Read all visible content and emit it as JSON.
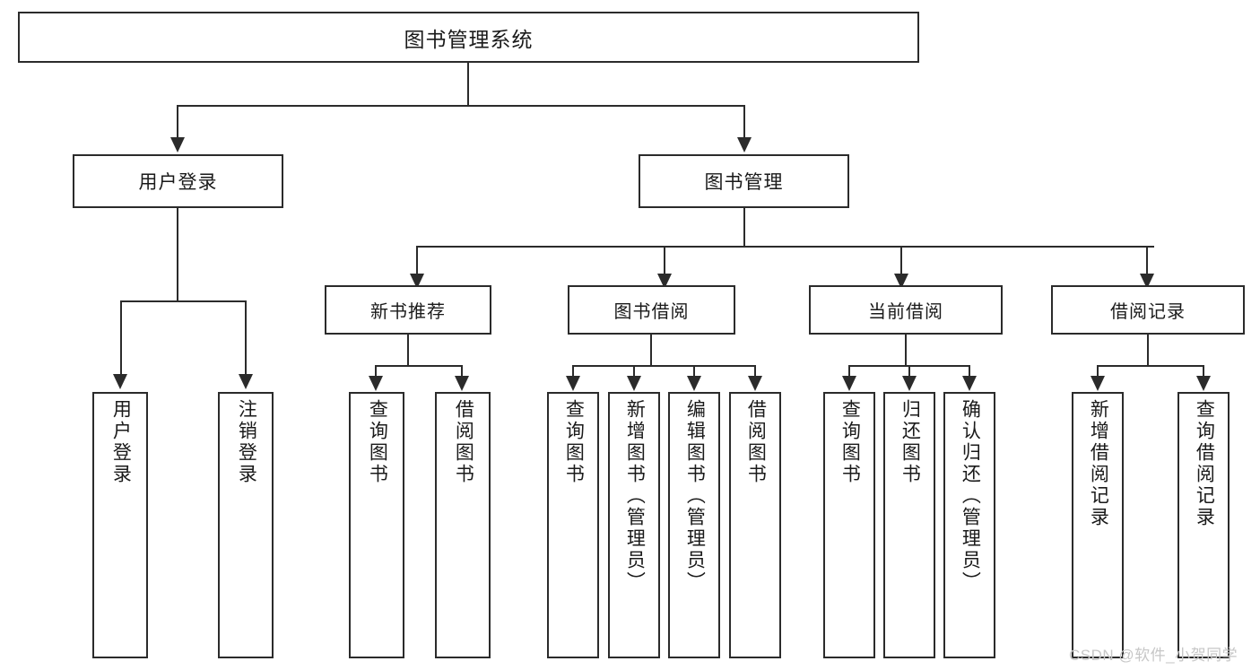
{
  "diagram": {
    "type": "tree-hierarchy-chart",
    "title": "图书管理系统",
    "orientation": "top-down",
    "colors": {
      "box_border": "#2b2b2b",
      "box_fill": "#ffffff",
      "connector": "#2b2b2b",
      "text": "#1a1a1a",
      "watermark": "#c7c7c7",
      "background": "#ffffff"
    },
    "root": {
      "label": "图书管理系统"
    },
    "level2": [
      {
        "label": "用户登录"
      },
      {
        "label": "图书管理"
      }
    ],
    "level3": [
      {
        "label": "新书推荐"
      },
      {
        "label": "图书借阅"
      },
      {
        "label": "当前借阅"
      },
      {
        "label": "借阅记录"
      }
    ],
    "leaves": {
      "user_login": [
        {
          "label": "用户登录"
        },
        {
          "label": "注销登录"
        }
      ],
      "new_book_recommend": [
        {
          "label": "查询图书"
        },
        {
          "label": "借阅图书"
        }
      ],
      "book_borrow": [
        {
          "label": "查询图书"
        },
        {
          "label": "新增图书（管理员）"
        },
        {
          "label": "编辑图书（管理员）"
        },
        {
          "label": "借阅图书"
        }
      ],
      "current_borrow": [
        {
          "label": "查询图书"
        },
        {
          "label": "归还图书"
        },
        {
          "label": "确认归还（管理员）"
        }
      ],
      "borrow_record": [
        {
          "label": "新增借阅记录"
        },
        {
          "label": "查询借阅记录"
        }
      ]
    }
  },
  "watermark": {
    "text": "CSDN @软件_小贺同学"
  }
}
